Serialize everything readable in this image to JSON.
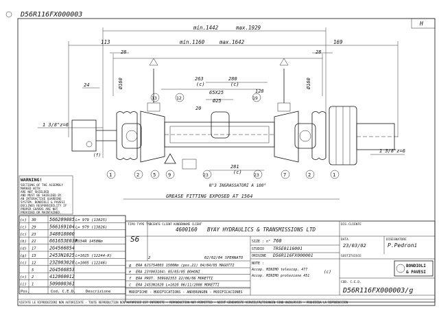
{
  "drawing_code": "D56R116FX000003",
  "drawing_code_rev": "D56R116FX000003/g",
  "dimensions": {
    "min1442": "min.1442",
    "max1929": "max.1929",
    "d113": "113",
    "d28a": "28",
    "min1160": "min.1160",
    "max1642": "max.1642",
    "d169": "169",
    "d28b": "28",
    "d24": "24",
    "d160a": "Ø160",
    "d160b": "Ø160",
    "d263": "263",
    "c1": "(c)",
    "d280": "280",
    "c2": "(c)",
    "d65x25": "65X25",
    "d25": "Ø25",
    "d20": "20",
    "d281": "281",
    "c3": "(c)",
    "d128": "128",
    "shaft_left": "1 3/8\"z=6",
    "shaft_right": "1 3/8\"z=6",
    "grease_note": "N°3 INGRASSATORI A 180°",
    "grease_fitting": "GREASE FITTING EXPOSED AT 1564",
    "w_weight": "(f)",
    "wt_right": "(c)",
    "wt_right2": "(c)"
  },
  "balloons": [
    "1",
    "2",
    "5",
    "9",
    "12",
    "13",
    "23",
    "23",
    "19",
    "7",
    "2",
    "1"
  ],
  "warning": {
    "title": "WARNING!",
    "lines": [
      "SECTIONS OF THE ASSEMBLY",
      "MARKED WITH",
      "ARE NOT SHIELDED",
      "AND MUST BE SHIELDED BY",
      "AN INTERACTIVE GUARDING",
      "SYSTEM. BONDIOLI & PAVESI",
      "DECLINES RESPONSIBILITY IF",
      "PROPER GUARDS ARE NOT",
      "PROVIDED OR MAINTAINED."
    ]
  },
  "parts": [
    {
      "rev": "(c)",
      "pos": "30",
      "code": "566209085",
      "desc": "L= 979 (13825)"
    },
    {
      "rev": "(c)",
      "pos": "29",
      "code": "566169104",
      "desc": "L= 979 (13826)"
    },
    {
      "rev": "(c)",
      "pos": "23",
      "code": "348018000",
      "desc": ""
    },
    {
      "rev": "(b)",
      "pos": "21",
      "code": "661653E03R",
      "desc": "FU34R 1450Nm"
    },
    {
      "rev": "(d)",
      "pos": "17",
      "code": "2G4566854",
      "desc": ""
    },
    {
      "rev": "(g)",
      "pos": "13",
      "code": "2453N1025",
      "desc": "L=1025 (12244-R)"
    },
    {
      "rev": "(c)",
      "pos": "12",
      "code": "23Z003028",
      "desc": "L=1005 (12246)"
    },
    {
      "rev": "",
      "pos": "5",
      "code": "2G4566853",
      "desc": ""
    },
    {
      "rev": "(c)",
      "pos": "2",
      "code": "412060012",
      "desc": ""
    },
    {
      "rev": "(i)",
      "pos": "1",
      "code": "509000361",
      "desc": ""
    }
  ],
  "parts_header": {
    "pos": "Pos.",
    "code": "Cod. C.E.D.",
    "desc": "Descrizione"
  },
  "title_block": {
    "tipo_label": "TIPO TYPE\nTYP",
    "tipo": "S6",
    "client_label": "CLIENTE CLIENT KUNDENNAME CLIENT",
    "client_code": "4600160",
    "client_name": "BYAY HYDRAULICS & TRANSMISSIONS LTD",
    "dis_label": "DIS.CLIENTE",
    "size_label": "SIZE : n°",
    "size": "760",
    "studio_label": "STUDIO",
    "studio": "TR5E0116001",
    "origine_label": "ORIGINE",
    "origine": "D56R116FX000001",
    "data_label": "DATA",
    "data": "23/03/02",
    "designer_label": "DISEGNATORE",
    "designer": "P.Pedroni",
    "sostituisce_label": "SOSTITUISCE",
    "note_label": "NOTE :",
    "note1": "Accop. MINIMO telescop. 477",
    "note2": "Accop. MINIMO protezione 451",
    "note_c": "(c)",
    "cod_label": "COD. C.E.D.",
    "brand1": "BONDIOLI",
    "brand2": "& PAVESI",
    "modifiche": "MODIFICHE - MODIFICATIONS - ANDERUNGEN - MODIFICACIONES"
  },
  "revisions": [
    {
      "r": "g",
      "text": "ERA 6JS754003 1500Nm (pos.21) 04/04/05 MAGOTTI"
    },
    {
      "r": "e",
      "text": "ERA 23Y003104\\     05/05/05 BOHONI"
    },
    {
      "r": "f",
      "text": "ERA PROT. 509G02353     22/06/06 MORETTI"
    },
    {
      "r": "c",
      "text": "ERA 2453N1020 L=1020     06/11/2008 MORETTI"
    }
  ],
  "rev_header": {
    "r": "2",
    "date": "02/02/04 SPERNATO"
  },
  "footer": "VIETATE LE RIPRODUZIONI NON AUTORIZZATE  -  TOUTE REPRODUCTION NON AUTORISEE EST INTERDITE  -  REPRODUCTION NOT PERMITTED  -  NICHT GENEHMIGTE VERVIELFÄLTIGUNGEN SIND UNZULÄSSIG  -  PROHIBIDA LA REPRODUCCION",
  "corner_mark": "H"
}
